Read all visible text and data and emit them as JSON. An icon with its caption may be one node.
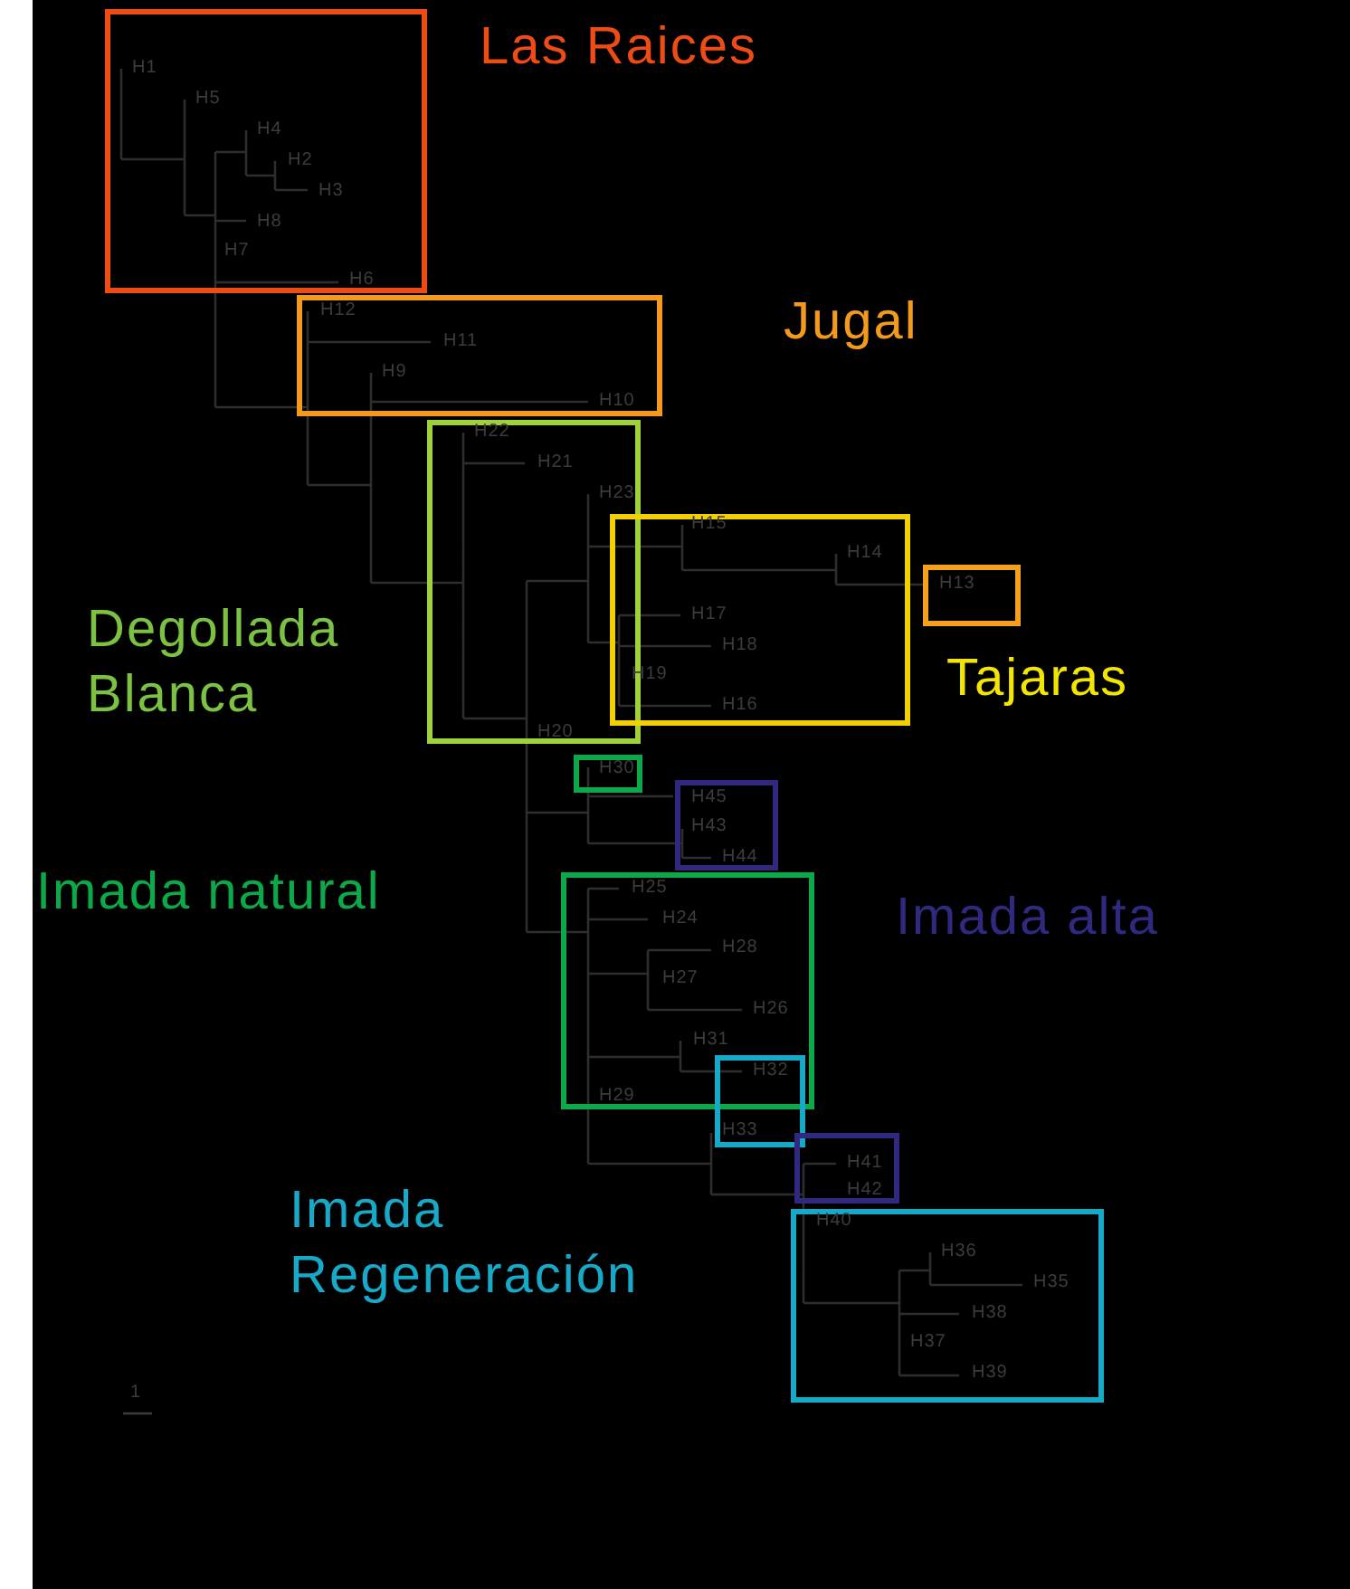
{
  "diagram": {
    "nodes": [
      {
        "text": [
          "H1",
          "H5",
          "H4",
          "H2",
          "H3",
          "H8",
          "H7",
          "H6"
        ]
      },
      {
        "text": [
          "H12",
          "H11",
          "H9",
          "H10"
        ]
      },
      {
        "text": [
          "H22",
          "H21",
          "H23",
          "H20"
        ]
      },
      {
        "text": [
          "H15",
          "H14",
          "H17",
          "H18",
          "H19",
          "H16"
        ]
      },
      {
        "text": [
          "H13"
        ]
      },
      {
        "text": [
          "H30"
        ]
      },
      {
        "text": [
          "H45",
          "H43",
          "H44"
        ]
      },
      {
        "text": [
          "H25",
          "H24",
          "H28",
          "H27",
          "H26",
          "H31",
          "H29"
        ]
      },
      {
        "text": [
          "H32",
          "H33"
        ]
      },
      {
        "text": [
          "H41",
          "H42"
        ]
      },
      {
        "text": [
          "H40",
          "H36",
          "H35",
          "H38",
          "H37",
          "H39"
        ]
      }
    ],
    "edges": [],
    "labels": [
      "Las Raices",
      "Jugal",
      "Degollada Blanca",
      "Tajaras",
      "Imada natural",
      "Imada alta",
      "Imada Regeneración",
      "1"
    ]
  }
}
